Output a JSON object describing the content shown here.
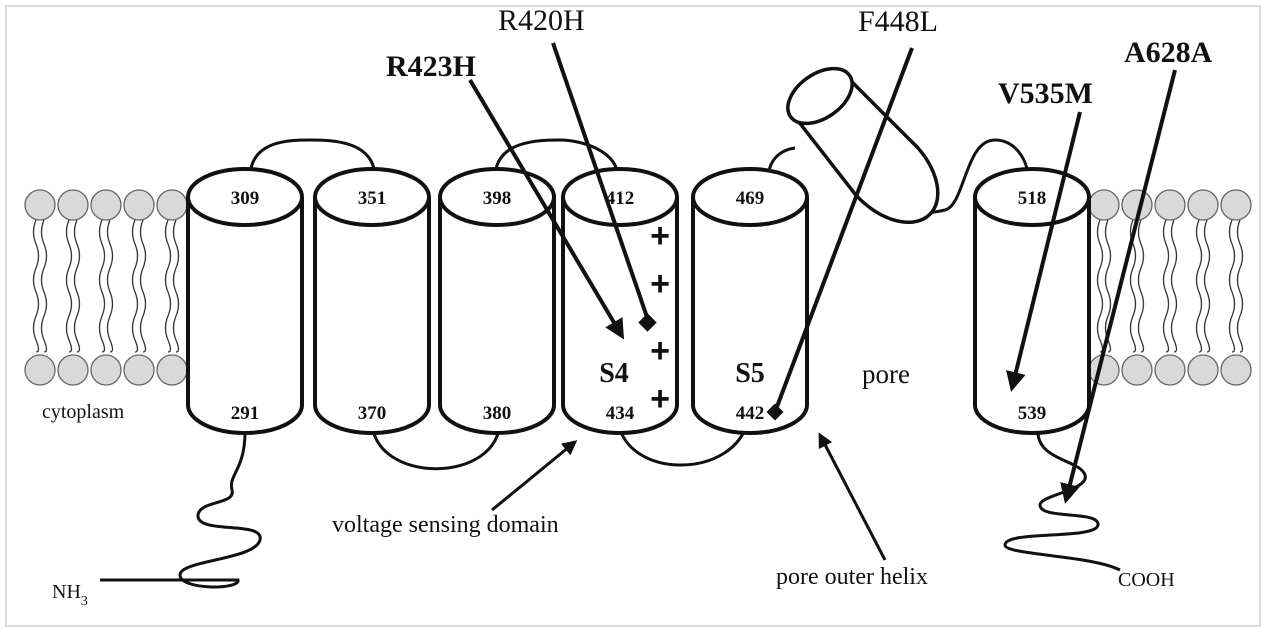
{
  "helices": [
    {
      "top": "309",
      "bottom": "291"
    },
    {
      "top": "351",
      "bottom": "370"
    },
    {
      "top": "398",
      "bottom": "380"
    },
    {
      "top": "412",
      "bottom": "434",
      "segment": "S4"
    },
    {
      "top": "469",
      "bottom": "442",
      "segment": "S5"
    },
    {
      "top": "518",
      "bottom": "539"
    }
  ],
  "charges": [
    "+",
    "+",
    "+",
    "+"
  ],
  "mutations": {
    "r420h": "R420H",
    "r423h": "R423H",
    "f448l": "F448L",
    "v535m": "V535M",
    "a628a": "A628A"
  },
  "labels": {
    "cytoplasm": "cytoplasm",
    "pore": "pore",
    "voltage_sensing_domain": "voltage sensing domain",
    "pore_outer_helix": "pore outer helix",
    "nh3": "NH",
    "nh3_sub": "3",
    "cooh": "COOH"
  }
}
